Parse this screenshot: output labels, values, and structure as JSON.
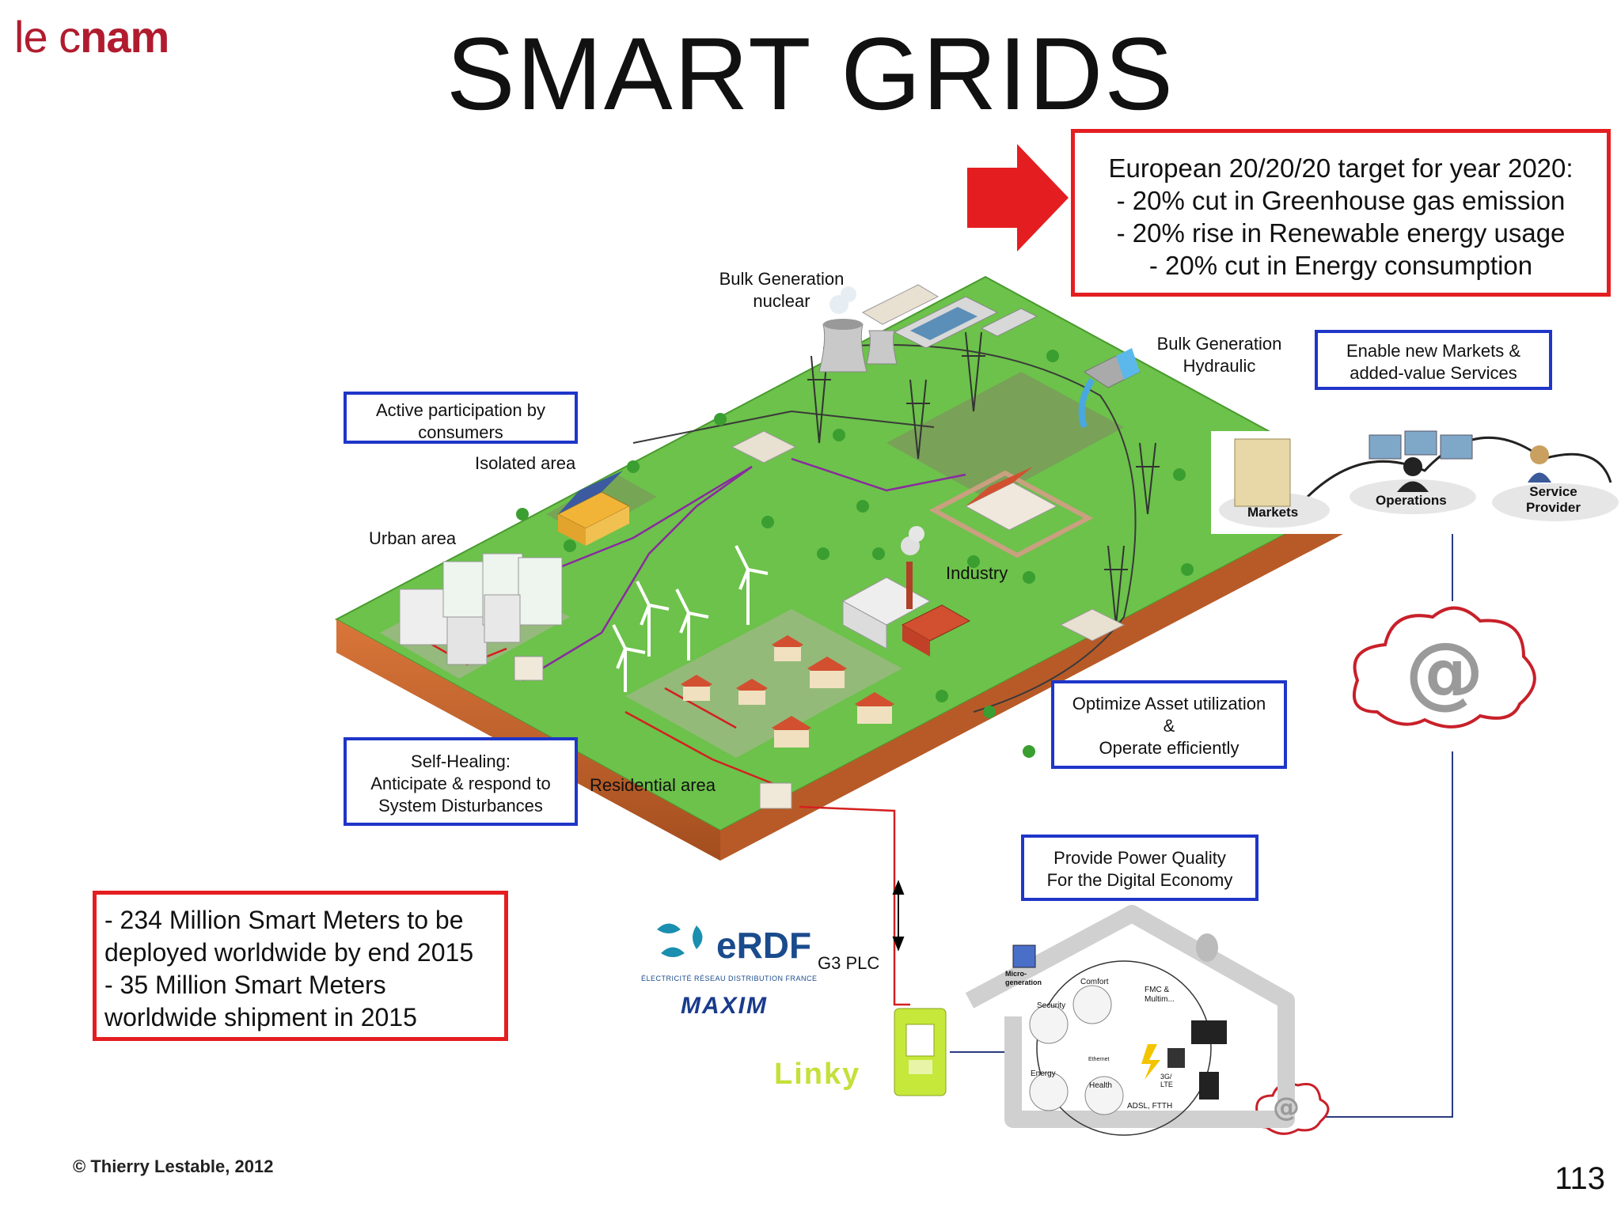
{
  "header": {
    "logo_prefix": "le c",
    "logo_bold": "nam",
    "title": "SMART GRIDS"
  },
  "target_box": {
    "line1": "European 20/20/20 target for year 2020:",
    "line2": "- 20% cut in Greenhouse gas emission",
    "line3": "- 20% rise in Renewable energy usage",
    "line4": "- 20% cut in Energy consumption"
  },
  "callouts": {
    "active_participation": "Active participation by consumers",
    "markets_services": "Enable new Markets & added-value Services",
    "self_healing_1": "Self-Healing:",
    "self_healing_2": "Anticipate & respond to",
    "self_healing_3": "System Disturbances",
    "optimize_1": "Optimize Asset utilization",
    "optimize_2": "&",
    "optimize_3": "Operate efficiently",
    "power_quality_1": "Provide Power Quality",
    "power_quality_2": "For the Digital Economy"
  },
  "area_labels": {
    "bulk_nuclear_1": "Bulk Generation",
    "bulk_nuclear_2": "nuclear",
    "bulk_hydro_1": "Bulk Generation",
    "bulk_hydro_2": "Hydraulic",
    "isolated": "Isolated area",
    "urban": "Urban area",
    "industry": "Industry",
    "residential": "Residential area",
    "g3plc": "G3 PLC"
  },
  "network_nodes": {
    "markets": "Markets",
    "operations": "Operations",
    "service_1": "Service",
    "service_2": "Provider"
  },
  "smart_meters_box": {
    "line1": "- 234 Million Smart Meters to be",
    "line2": "deployed worldwide by end 2015",
    "line3": "- 35 Million Smart Meters",
    "line4": "worldwide shipment in 2015"
  },
  "brands": {
    "erdf": "eRDF",
    "erdf_sub": "ÉLECTRICITÉ RÉSEAU DISTRIBUTION FRANCE",
    "maxim": "MAXIM",
    "linky": "Linky"
  },
  "home": {
    "micro_1": "Micro-",
    "micro_2": "generation",
    "comfort": "Comfort",
    "security": "Security",
    "fmc_1": "FMC &",
    "fmc_2": "Multim...",
    "ethernet": "Ethernet",
    "energy": "Energy",
    "health": "Health",
    "g3_1": "3G/",
    "g3_2": "LTE",
    "adsl": "ADSL, FTTH"
  },
  "footer": {
    "copyright": "© Thierry Lestable, 2012",
    "page": "113"
  },
  "colors": {
    "accent_red": "#e41e20",
    "callout_blue": "#1f36c8",
    "grass": "#6cc24a",
    "soil": "#c8642c"
  }
}
